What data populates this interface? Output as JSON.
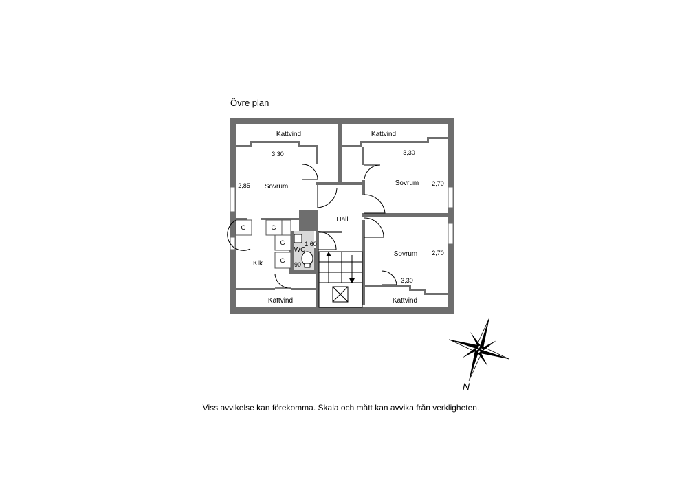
{
  "title": "Övre plan",
  "disclaimer": "Viss avvikelse kan förekomma. Skala och mått kan avvika från verkligheten.",
  "compass_label": "N",
  "rooms": {
    "kattvind_top_left": "Kattvind",
    "kattvind_top_right": "Kattvind",
    "kattvind_bottom_left": "Kattvind",
    "kattvind_bottom_right": "Kattvind",
    "sovrum_left": "Sovrum",
    "sovrum_right_top": "Sovrum",
    "sovrum_right_bottom": "Sovrum",
    "hall": "Hall",
    "wc": "WC",
    "klk": "Klk"
  },
  "dimensions": {
    "sovrum_left_width": "3,30",
    "sovrum_left_depth": "2,85",
    "sovrum_right_top_width": "3,30",
    "sovrum_right_top_depth": "2,70",
    "sovrum_right_bottom_depth": "2,70",
    "sovrum_right_bottom_width": "3,30",
    "wc_depth": "1,60",
    "wc_width": "90"
  },
  "closet_label": "G",
  "colors": {
    "wall": "#6e6e6e",
    "wc_floor": "#d9d9d9"
  }
}
